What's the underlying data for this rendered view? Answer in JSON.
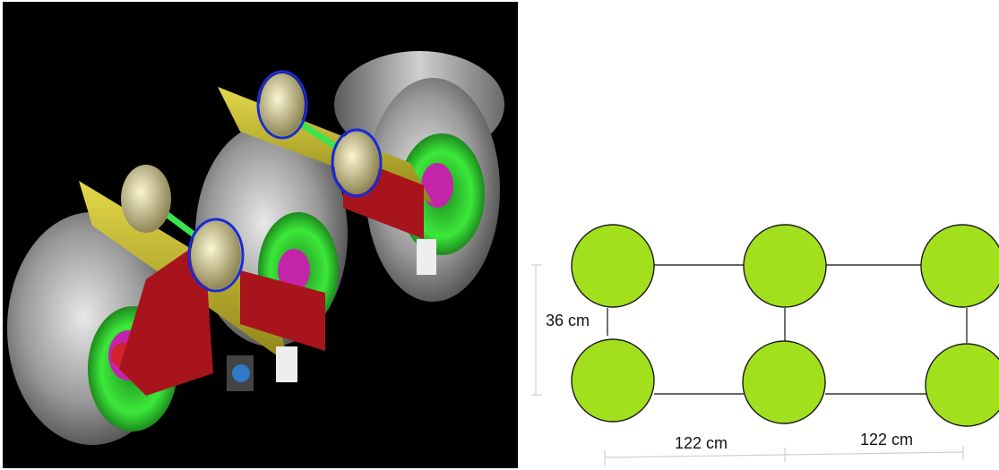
{
  "render": {
    "description_icon": "truck-axle-assembly-render",
    "colors": {
      "background": "#000000",
      "tire": "#a8a8a8",
      "wheel_rim": "#36e03a",
      "hub": "#d8289c",
      "beam": "#c7ba2a",
      "hanger": "#a8141c",
      "air_spring": "#d8cf9a",
      "axle_rod": "#3ce34a",
      "ring": "#1a2ad8"
    }
  },
  "diagram": {
    "colors": {
      "wheel_fill": "#a2e01e",
      "wheel_stroke": "#1a1a1a",
      "link_line": "#333333",
      "dim_line": "#cfcfcf"
    },
    "labels": {
      "vertical_dimension": "36 cm",
      "horizontal_dimension_left": "122 cm",
      "horizontal_dimension_right": "122 cm"
    }
  }
}
